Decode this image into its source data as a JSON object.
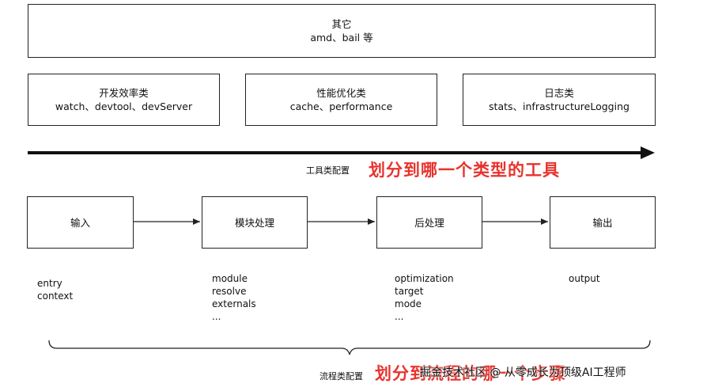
{
  "top_box": {
    "title": "其它",
    "subtitle": "amd、bail 等"
  },
  "tool_boxes": [
    {
      "title": "开发效率类",
      "subtitle": "watch、devtool、devServer"
    },
    {
      "title": "性能优化类",
      "subtitle": "cache、performance"
    },
    {
      "title": "日志类",
      "subtitle": "stats、infrastructureLogging"
    }
  ],
  "tool_caption": "工具类配置",
  "tool_annotation": "划分到哪一个类型的工具",
  "flow_boxes": [
    {
      "title": "输入"
    },
    {
      "title": "模块处理"
    },
    {
      "title": "后处理"
    },
    {
      "title": "输出"
    }
  ],
  "flow_lists": [
    {
      "items": [
        "entry",
        "context"
      ]
    },
    {
      "items": [
        "module",
        "resolve",
        "externals",
        "..."
      ]
    },
    {
      "items": [
        "optimization",
        "target",
        "mode",
        "..."
      ]
    },
    {
      "items": [
        "output"
      ]
    }
  ],
  "flow_caption": "流程类配置",
  "flow_annotation": "划分到流程的哪一个步骤",
  "watermark": "掘金技术社区 @ 从零成长为顶级AI工程师",
  "colors": {
    "annotation": "#e8332d",
    "stroke": "#222222"
  }
}
